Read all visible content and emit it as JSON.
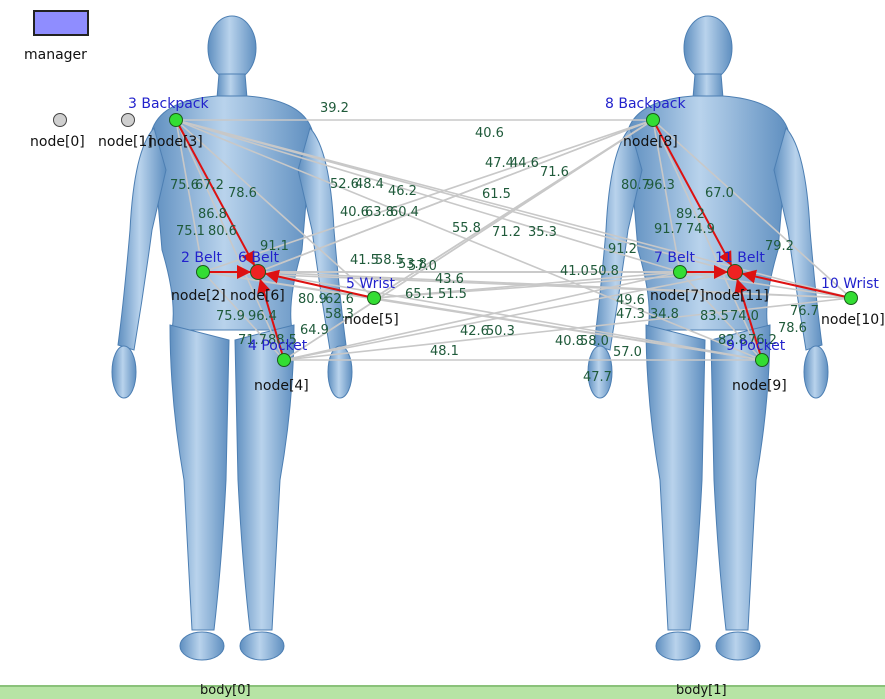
{
  "manager": {
    "label": "manager",
    "color": "#8f8dff"
  },
  "colors": {
    "node": "#33dd33",
    "hub": "#ee2222",
    "sensor_label": "#2222cc",
    "node_label": "#111111",
    "edge": "#c8c8c8",
    "edge_active": "#dd1111",
    "weight": "#1f5a3a",
    "body": "#7fa9d4",
    "bar": "#b7e4a5"
  },
  "bodies": [
    {
      "label": "body[0]"
    },
    {
      "label": "body[1]"
    }
  ],
  "idle_nodes": [
    {
      "label": "node[0]"
    },
    {
      "label": "node[1]"
    }
  ],
  "nodes": [
    {
      "id": 2,
      "sensor": "2 Belt",
      "label": "node[2]",
      "hub": false
    },
    {
      "id": 3,
      "sensor": "3 Backpack",
      "label": "node[3]",
      "hub": false
    },
    {
      "id": 4,
      "sensor": "4 Pocket",
      "label": "node[4]",
      "hub": false
    },
    {
      "id": 5,
      "sensor": "5 Wrist",
      "label": "node[5]",
      "hub": false
    },
    {
      "id": 6,
      "sensor": "6 Belt",
      "label": "node[6]",
      "hub": true
    },
    {
      "id": 7,
      "sensor": "7 Belt",
      "label": "node[7]",
      "hub": false
    },
    {
      "id": 8,
      "sensor": "8 Backpack",
      "label": "node[8]",
      "hub": false
    },
    {
      "id": 9,
      "sensor": "9 Pocket",
      "label": "node[9]",
      "hub": false
    },
    {
      "id": 10,
      "sensor": "10 Wrist",
      "label": "node[10]",
      "hub": false
    },
    {
      "id": 11,
      "sensor": "11 Belt",
      "label": "node[11]",
      "hub": true
    }
  ],
  "weights": [
    "39.2",
    "40.6",
    "47.4",
    "44.6",
    "71.6",
    "75.6",
    "67.2",
    "78.6",
    "52.6",
    "48.4",
    "46.2",
    "61.5",
    "40.6",
    "63.8",
    "60.4",
    "86.8",
    "75.1",
    "80.6",
    "55.8",
    "71.2",
    "35.3",
    "91.1",
    "41.5",
    "58.5",
    "53.8",
    "57.0",
    "43.6",
    "65.1",
    "51.5",
    "80.9",
    "62.6",
    "58.3",
    "75.9",
    "96.4",
    "64.9",
    "71.7",
    "88.5",
    "42.6",
    "50.3",
    "48.1",
    "80.7",
    "96.3",
    "67.0",
    "89.2",
    "91.7",
    "74.9",
    "79.2",
    "91.2",
    "41.0",
    "50.8",
    "49.6",
    "47.3",
    "34.8",
    "83.5",
    "74.0",
    "82.8",
    "76.2",
    "78.6",
    "76.7",
    "40.8",
    "58.0",
    "57.0",
    "47.7"
  ]
}
